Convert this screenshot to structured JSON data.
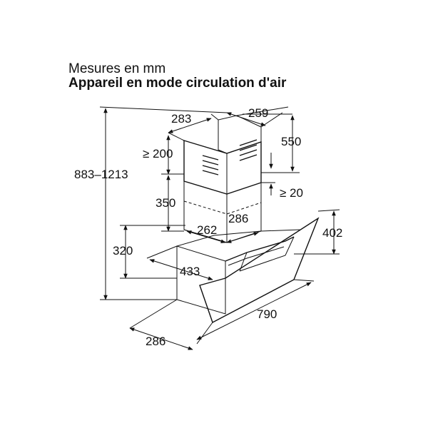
{
  "heading": {
    "units": "Mesures en mm",
    "mode": "Appareil en mode circulation d'air"
  },
  "dimensions": {
    "chimney_width": "283",
    "chimney_depth": "259",
    "upper_gap": "≥ 200",
    "top_height": "550",
    "total_height": "883–1213",
    "side_gap": "≥ 20",
    "lower_chimney": "350",
    "inner_width": "262",
    "inner_depth": "286",
    "panel_height": "402",
    "body_height": "320",
    "body_depth": "433",
    "panel_width": "790",
    "base_depth": "286"
  }
}
